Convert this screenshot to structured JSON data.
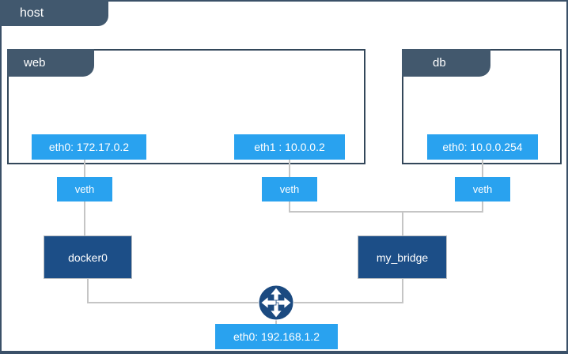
{
  "host": {
    "label": "host",
    "interface": {
      "label": "eth0: 192.168.1.2"
    }
  },
  "containers": [
    {
      "label": "web",
      "interfaces": [
        {
          "label": "eth0: 172.17.0.2"
        },
        {
          "label": "eth1 : 10.0.0.2"
        }
      ]
    },
    {
      "label": "db",
      "interfaces": [
        {
          "label": "eth0: 10.0.0.254"
        }
      ]
    }
  ],
  "veths": [
    {
      "label": "veth"
    },
    {
      "label": "veth"
    },
    {
      "label": "veth"
    }
  ],
  "bridges": [
    {
      "label": "docker0"
    },
    {
      "label": "my_bridge"
    }
  ],
  "icons": {
    "router": "router-arrows-icon"
  },
  "colors": {
    "tab_slate": "#41586e",
    "container_border": "#33475a",
    "interface_blue": "#29a2ef",
    "bridge_navy": "#1c4e87",
    "router_navy": "#1b4a80",
    "connector_gray": "#c5c5c5"
  }
}
